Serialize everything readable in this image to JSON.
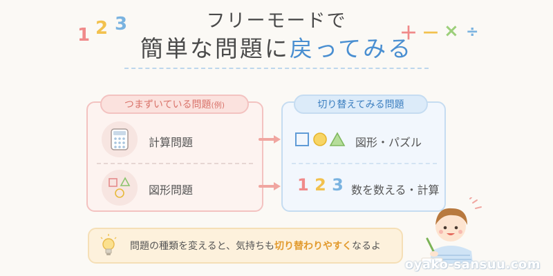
{
  "title": {
    "line1": "フリーモードで",
    "line2_prefix": "簡単な問題に",
    "line2_accent": "戻ってみる"
  },
  "deco": {
    "numbers": [
      "1",
      "2",
      "3"
    ],
    "operators": [
      "＋",
      "－",
      "×",
      "÷"
    ],
    "colors": [
      "#f08a8a",
      "#f2c14e",
      "#7ab3e0",
      "#9ccf7a"
    ]
  },
  "left_panel": {
    "tab_label": "つまずいている問題",
    "tab_suffix": "(例)",
    "items": [
      {
        "label": "計算問題",
        "icon": "calculator-icon"
      },
      {
        "label": "図形問題",
        "icon": "shapes-icon"
      }
    ]
  },
  "right_panel": {
    "tab_label": "切り替えてみる問題",
    "items": [
      {
        "label": "図形・パズル",
        "icon": "shapes-row-icon"
      },
      {
        "label": "数を数える・計算",
        "icon_text": [
          "1",
          "2",
          "3"
        ]
      }
    ]
  },
  "note": {
    "prefix": "問題の種類を変えると、気持ちも",
    "highlight": "切り替わりやすく",
    "suffix": "なるよ",
    "icon": "lightbulb-icon"
  },
  "site": "oyako-sansuu.com",
  "colors": {
    "accent_blue": "#4a8fd1",
    "left_panel_border": "#f3c2c0",
    "right_panel_border": "#c5dcf1",
    "highlight_orange": "#e29a2d"
  }
}
